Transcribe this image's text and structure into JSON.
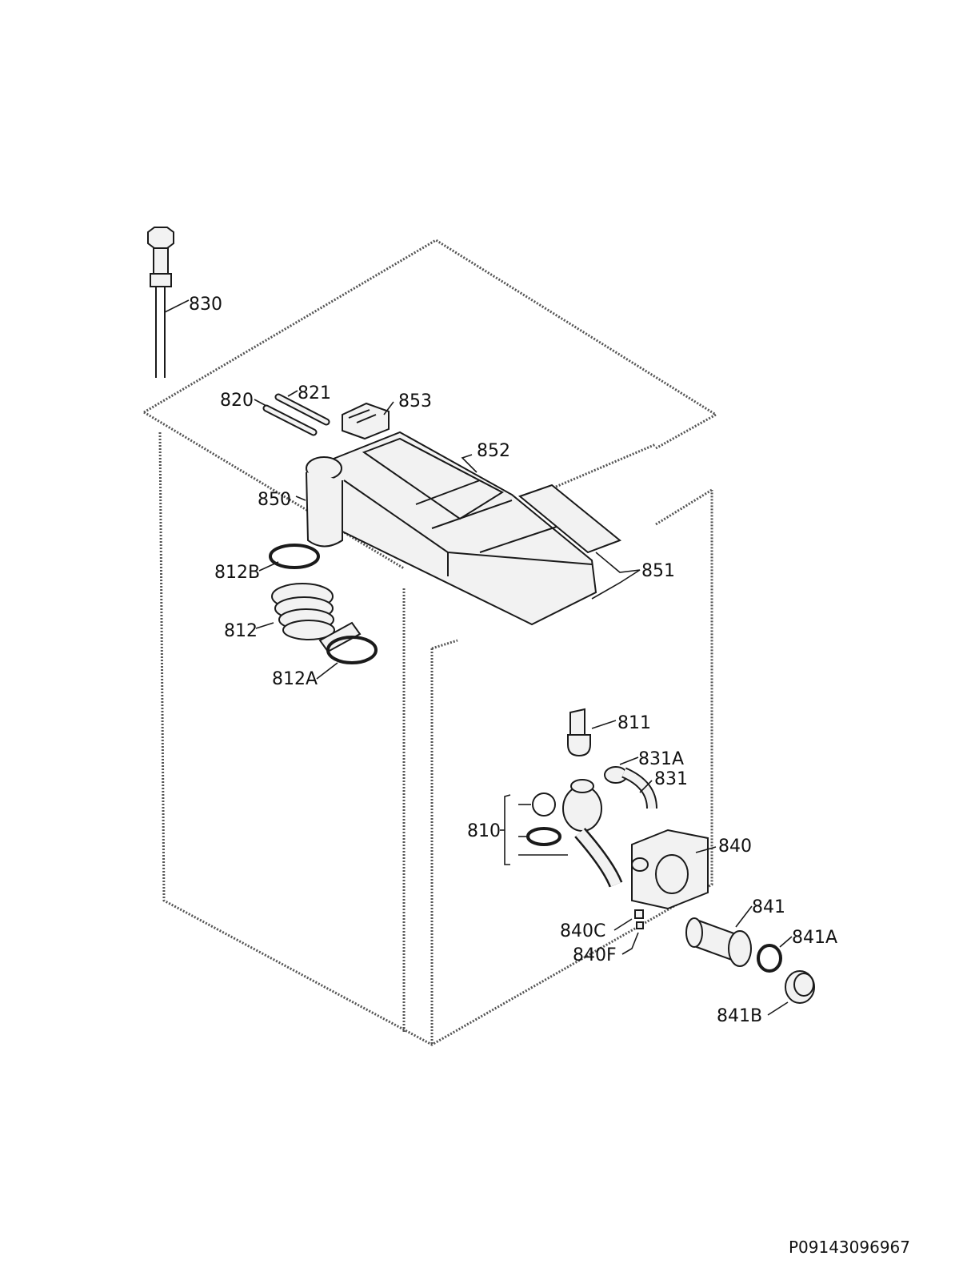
{
  "diagram": {
    "reference_code": "P09143096967",
    "colors": {
      "line": "#1a1a1a",
      "cabinet": "#555555",
      "background": "#ffffff"
    },
    "callouts": [
      {
        "id": "830",
        "label": "830"
      },
      {
        "id": "820",
        "label": "820"
      },
      {
        "id": "821",
        "label": "821"
      },
      {
        "id": "853",
        "label": "853"
      },
      {
        "id": "852",
        "label": "852"
      },
      {
        "id": "850",
        "label": "850"
      },
      {
        "id": "851",
        "label": "851"
      },
      {
        "id": "812B",
        "label": "812B"
      },
      {
        "id": "812",
        "label": "812"
      },
      {
        "id": "812A",
        "label": "812A"
      },
      {
        "id": "811",
        "label": "811"
      },
      {
        "id": "831A",
        "label": "831A"
      },
      {
        "id": "831",
        "label": "831"
      },
      {
        "id": "810",
        "label": "810"
      },
      {
        "id": "840",
        "label": "840"
      },
      {
        "id": "841",
        "label": "841"
      },
      {
        "id": "840C",
        "label": "840C"
      },
      {
        "id": "841A",
        "label": "841A"
      },
      {
        "id": "840F",
        "label": "840F"
      },
      {
        "id": "841B",
        "label": "841B"
      }
    ]
  }
}
